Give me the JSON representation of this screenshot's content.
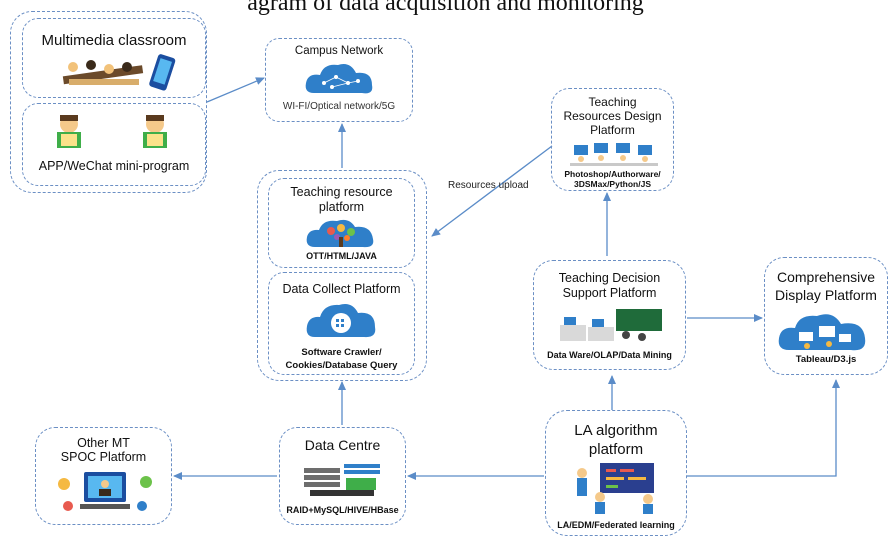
{
  "header_fragment": "agram of data acquisition and monitoring",
  "nodes": {
    "multimedia": {
      "title": "Multimedia classroom"
    },
    "app": {
      "title": "APP/WeChat mini-program"
    },
    "campus": {
      "title": "Campus Network",
      "sub": "WI-FI/Optical network/5G"
    },
    "teaching_resource": {
      "title": "Teaching resource platform",
      "sub": "OTT/HTML/JAVA"
    },
    "data_collect": {
      "title": "Data Collect Platform",
      "sub": "Software Crawler/ Cookies/Database Query"
    },
    "design": {
      "title": "Teaching Resources Design Platform",
      "sub": "Photoshop/Authorware/ 3DSMax/Python/JS"
    },
    "decision": {
      "title": "Teaching Decision Support Platform",
      "sub": "Data Ware/OLAP/Data Mining"
    },
    "display": {
      "title": "Comprehensive Display Platform",
      "sub": "Tableau/D3.js"
    },
    "data_centre": {
      "title": "Data Centre",
      "sub": "RAID+MySQL/HIVE/HBase"
    },
    "la": {
      "title": "LA algorithm platform",
      "sub": "LA/EDM/Federated learning"
    },
    "spoc": {
      "title": "Other MT SPOC Platform"
    }
  },
  "edges": {
    "resources_upload_label": "Resources upload"
  },
  "colors": {
    "border": "#6b8fc4",
    "arrow": "#5b8cc8",
    "cloud": "#2f7fc9"
  }
}
